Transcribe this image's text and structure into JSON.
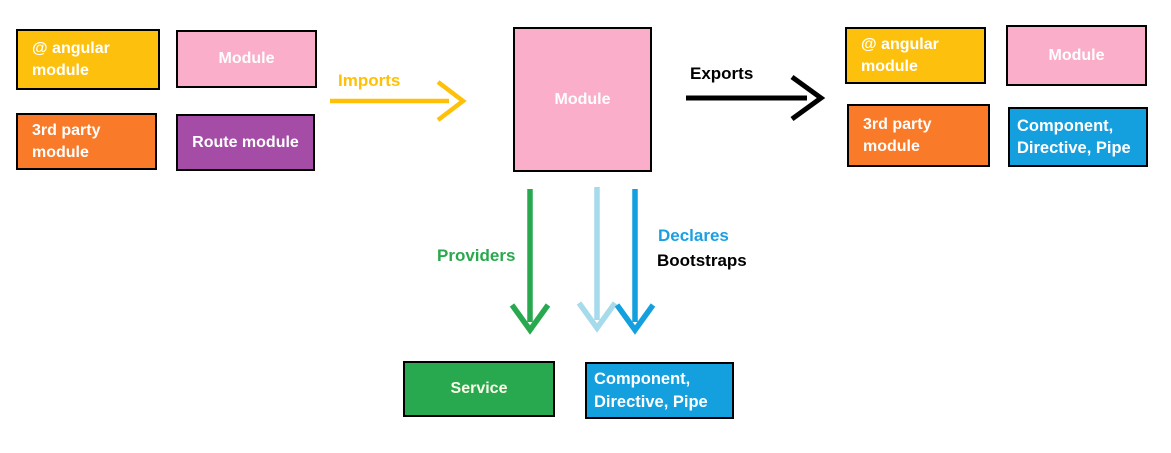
{
  "diagram": {
    "description": "Angular module imports/exports/providers/declares/bootstraps diagram"
  },
  "colors": {
    "gold": "#FDC00D",
    "pink": "#FBAEC9",
    "orange": "#F97A28",
    "purple": "#A44CA6",
    "blue": "#149FDF",
    "green": "#29A94F",
    "light_blue": "#A6DBEC",
    "black": "#000000",
    "white_text": "#FFFFFF"
  },
  "nodes": {
    "angular_module_left": {
      "line1": "@ angular",
      "line2": "module"
    },
    "module_left": {
      "label": "Module"
    },
    "third_party_left": {
      "line1": "3rd party",
      "line2": "module"
    },
    "route_module": {
      "label": "Route module"
    },
    "module_center": {
      "label": "Module"
    },
    "angular_module_right": {
      "line1": "@ angular",
      "line2": "module"
    },
    "module_right": {
      "label": "Module"
    },
    "third_party_right": {
      "line1": "3rd party",
      "line2": "module"
    },
    "component_right": {
      "line1": "Component,",
      "line2": "Directive, Pipe"
    },
    "service": {
      "label": "Service"
    },
    "component_bottom": {
      "line1": "Component,",
      "line2": "Directive, Pipe"
    }
  },
  "arrows": {
    "imports": {
      "label": "Imports",
      "color": "#FFC008"
    },
    "exports": {
      "label": "Exports",
      "color": "#000000"
    },
    "providers": {
      "label": "Providers",
      "color": "#2BA84E"
    },
    "declares": {
      "label": "Declares",
      "color": "#1B9FE0"
    },
    "bootstraps": {
      "label": "Bootstraps",
      "color": "#000000",
      "arrow_color": "#A6DBEC"
    }
  }
}
